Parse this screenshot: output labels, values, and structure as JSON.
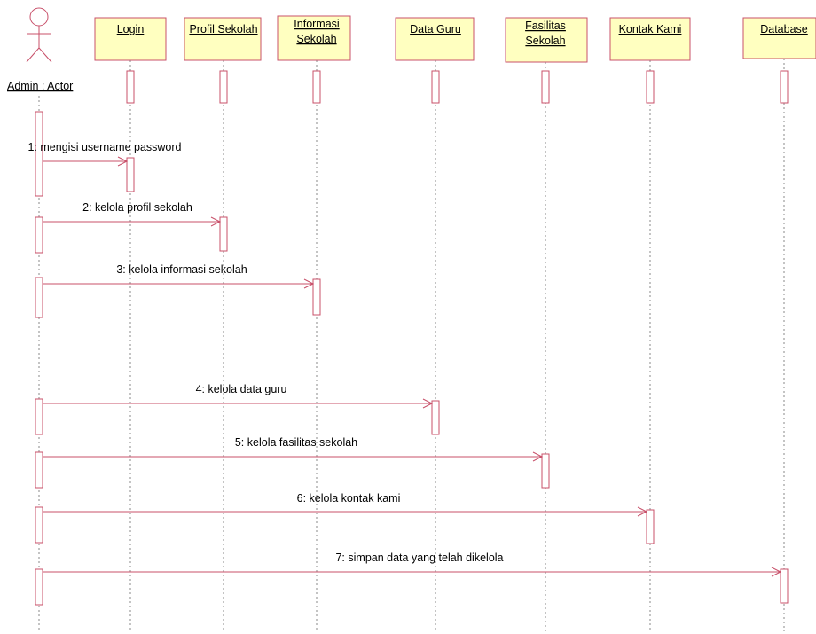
{
  "diagram": {
    "actor": {
      "name": "Admin : Actor"
    },
    "objects": [
      {
        "id": "login",
        "lines": [
          "Login"
        ]
      },
      {
        "id": "profil",
        "lines": [
          "Profil Sekolah"
        ]
      },
      {
        "id": "informasi",
        "lines": [
          "Informasi",
          "Sekolah"
        ]
      },
      {
        "id": "guru",
        "lines": [
          "Data Guru"
        ]
      },
      {
        "id": "fasilitas",
        "lines": [
          "Fasilitas",
          "Sekolah"
        ]
      },
      {
        "id": "kontak",
        "lines": [
          "Kontak Kami"
        ]
      },
      {
        "id": "database",
        "lines": [
          "Database"
        ]
      }
    ],
    "messages": [
      {
        "label": "1: mengisi username password",
        "to": "login"
      },
      {
        "label": "2: kelola profil sekolah",
        "to": "profil"
      },
      {
        "label": "3: kelola informasi sekolah",
        "to": "informasi"
      },
      {
        "label": "4: kelola data guru",
        "to": "guru"
      },
      {
        "label": "5: kelola fasilitas sekolah",
        "to": "fasilitas"
      },
      {
        "label": "6: kelola kontak kami",
        "to": "kontak"
      },
      {
        "label": "7: simpan data yang telah dikelola",
        "to": "database"
      }
    ],
    "colors": {
      "object_fill": "#FFFFC0",
      "object_border": "#C8506A",
      "lifeline": "#8A8A8A",
      "activation": "#C8506A",
      "message": "#C8506A",
      "actor_stroke": "#C8506A"
    }
  }
}
